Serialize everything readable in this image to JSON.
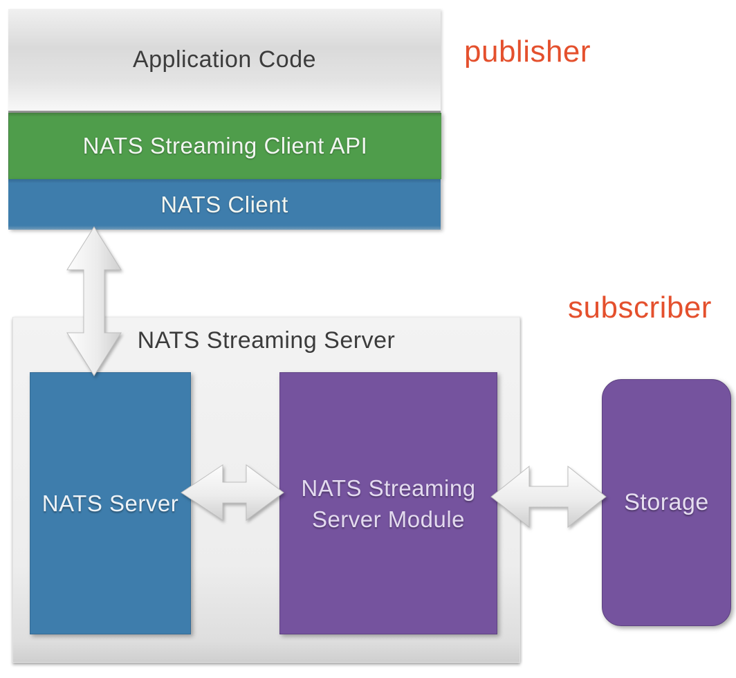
{
  "diagram": {
    "publisher_label": "publisher",
    "subscriber_label": "subscriber",
    "app_stack": {
      "title": "Application Code",
      "layers": [
        {
          "label": "NATS Streaming Client API",
          "color": "#4f9d4b"
        },
        {
          "label": "NATS Client",
          "color": "#3e7dac"
        }
      ]
    },
    "streaming_server": {
      "title": "NATS Streaming Server",
      "nats_server": {
        "label": "NATS Server",
        "color": "#3e7dac"
      },
      "module": {
        "line1": "NATS Streaming",
        "line2": "Server Module",
        "color": "#75539e"
      }
    },
    "storage": {
      "label": "Storage",
      "color": "#75539e"
    },
    "connections": [
      {
        "name": "nats-client-to-streaming-server",
        "type": "bidirectional-vertical"
      },
      {
        "name": "nats-server-to-module",
        "type": "bidirectional-horizontal"
      },
      {
        "name": "module-to-storage",
        "type": "bidirectional-horizontal"
      }
    ],
    "colors": {
      "accent_orange": "#e4502d",
      "green": "#4f9d4b",
      "blue": "#3e7dac",
      "purple": "#75539e",
      "container_gray": "#efefef"
    }
  }
}
